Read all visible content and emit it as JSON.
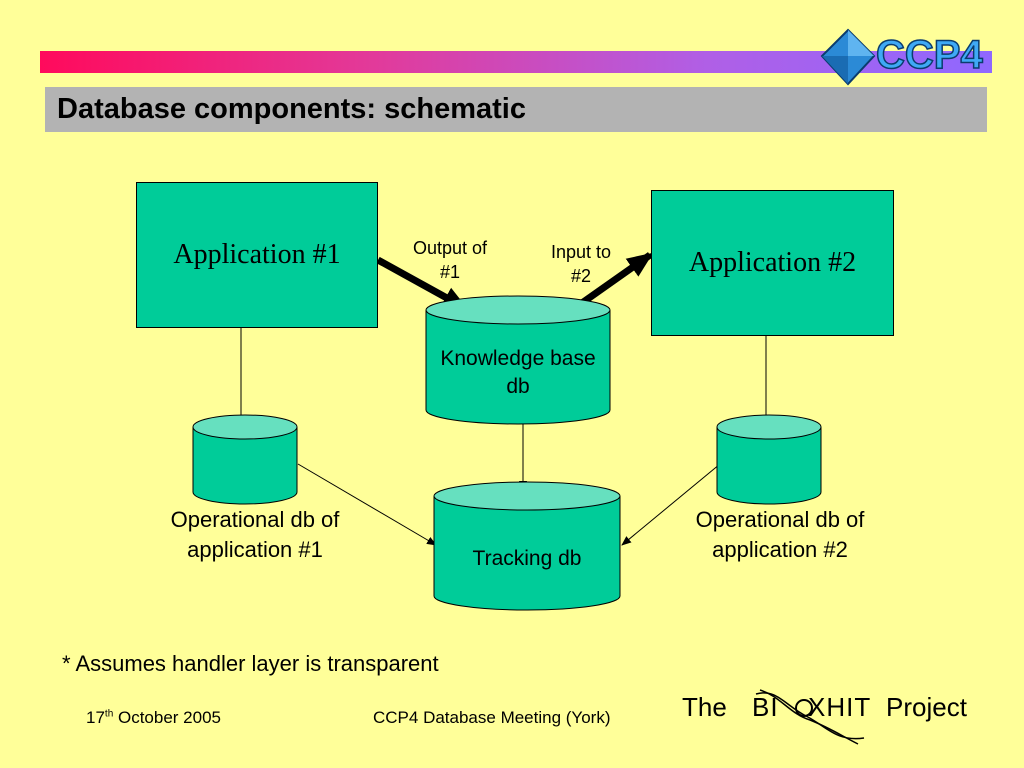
{
  "slide": {
    "title": "Database components: schematic",
    "logo_text": "CCP4"
  },
  "diagram": {
    "nodes": {
      "app1": "Application #1",
      "app2": "Application #2",
      "knowledge_db_line1": "Knowledge base",
      "knowledge_db_line2": "db",
      "tracking_db": "Tracking db",
      "op_db1_line1": "Operational db of",
      "op_db1_line2": "application #1",
      "op_db2_line1": "Operational db of",
      "op_db2_line2": "application #2"
    },
    "edges": {
      "output_line1": "Output of",
      "output_line2": "#1",
      "input_line1": "Input to",
      "input_line2": "#2"
    }
  },
  "note": "* Assumes handler layer is transparent",
  "footer": {
    "date_day": "17",
    "date_suffix": "th",
    "date_rest": " October 2005",
    "meeting": "CCP4 Database Meeting (York)",
    "project_prefix": "The",
    "project_name_a": "BI",
    "project_name_b": "XHIT",
    "project_suffix": "Project"
  },
  "colors": {
    "background": "#ffff99",
    "node_fill": "#00cc99",
    "db_top_fill": "#66e0bf",
    "title_bar": "#b3b3b3"
  }
}
